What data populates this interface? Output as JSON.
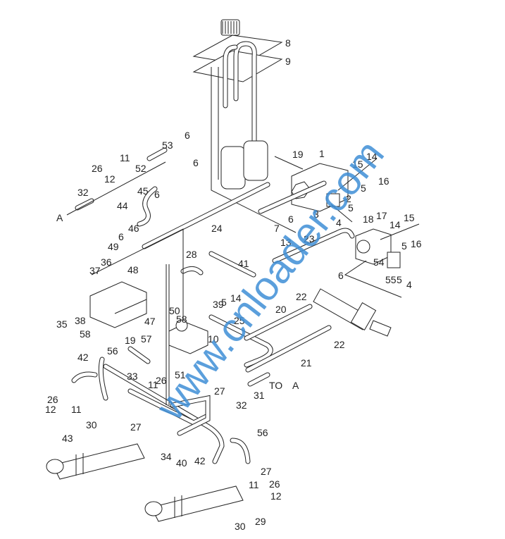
{
  "diagram": {
    "type": "exploded parts diagram - hydraulic system",
    "watermark": "www.cnloader.com",
    "labels": [
      "8",
      "9",
      "6",
      "6",
      "19",
      "1",
      "15",
      "14",
      "5",
      "16",
      "2",
      "3",
      "5",
      "4",
      "26",
      "11",
      "12",
      "52",
      "53",
      "45",
      "32",
      "44",
      "A",
      "6",
      "46",
      "24",
      "6",
      "7",
      "18",
      "17",
      "14",
      "15",
      "5",
      "16",
      "6",
      "49",
      "13",
      "23",
      "54",
      "55",
      "5",
      "4",
      "6",
      "36",
      "37",
      "48",
      "28",
      "41",
      "14",
      "39",
      "5",
      "50",
      "58",
      "25",
      "20",
      "22",
      "22",
      "21",
      "38",
      "35",
      "47",
      "19",
      "58",
      "57",
      "10",
      "56",
      "42",
      "33",
      "11",
      "26",
      "51",
      "27",
      "32",
      "31",
      "TO",
      "A",
      "26",
      "12",
      "11",
      "30",
      "27",
      "43",
      "34",
      "40",
      "42",
      "56",
      "27",
      "26",
      "11",
      "12",
      "30",
      "29"
    ]
  }
}
